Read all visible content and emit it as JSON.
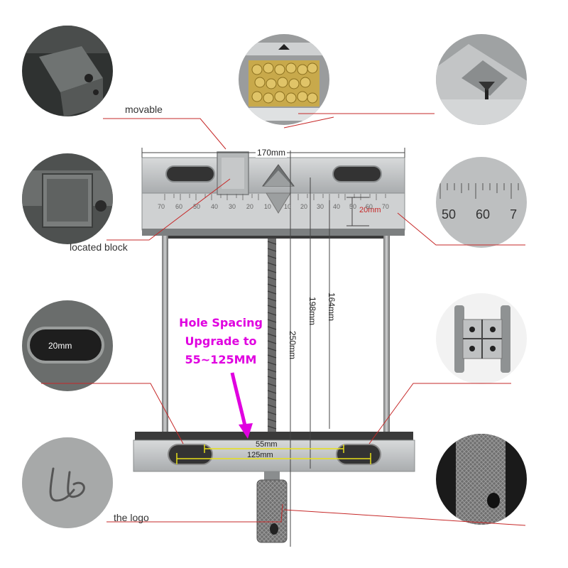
{
  "labels": {
    "movable": "movable",
    "located_block": "located block",
    "the_logo": "the logo"
  },
  "hole_spacing": {
    "line1": "Hole Spacing",
    "line2": "Upgrade to",
    "line3": "55~125MM"
  },
  "dimensions": {
    "width_top": "170mm",
    "jaw_height": "20mm",
    "slot_width": "20mm",
    "height_164": "164mm",
    "height_198": "198mm",
    "height_250": "250mm",
    "hole_55": "55mm",
    "hole_125": "125mm"
  },
  "scale_left": [
    "70",
    "60",
    "50",
    "40",
    "30",
    "20",
    "10"
  ],
  "scale_right": [
    "10",
    "20",
    "30",
    "40",
    "50",
    "60",
    "70"
  ],
  "ruler_detail": [
    "50",
    "60",
    "7"
  ],
  "logo_text": "LB",
  "colors": {
    "accent": "#e000e0",
    "leader": "#d32f2f",
    "aluminum": "#c9cbcc",
    "dark": "#3a3a3a"
  }
}
